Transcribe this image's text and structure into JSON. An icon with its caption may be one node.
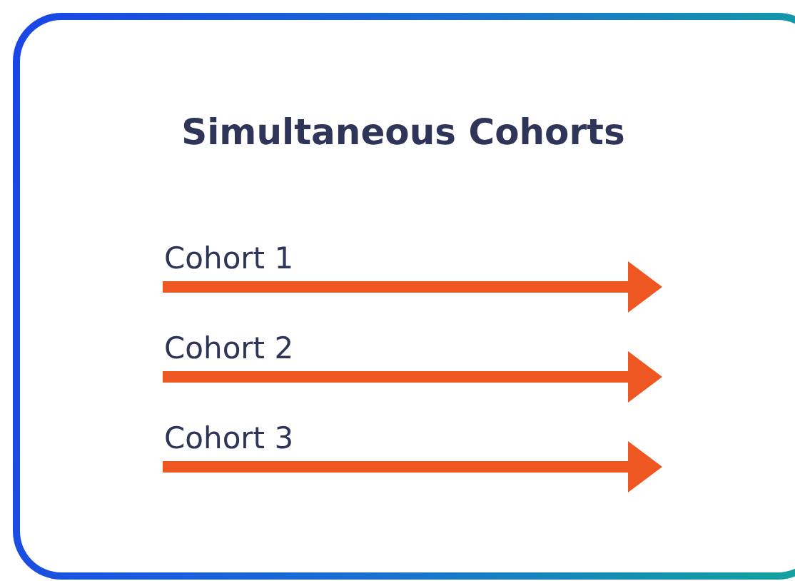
{
  "diagram": {
    "title": "Simultaneous Cohorts",
    "labels": [
      "Cohort 1",
      "Cohort 2",
      "Cohort 3"
    ]
  }
}
